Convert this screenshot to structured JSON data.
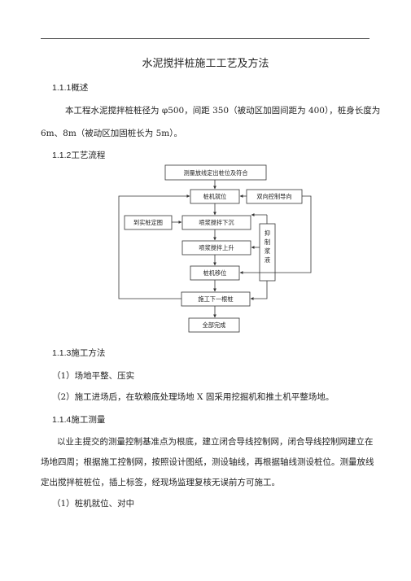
{
  "document": {
    "title": "水泥搅拌桩施工工艺及方法",
    "sections": {
      "s1_num": "1.1.1",
      "s1_title": "概述",
      "s1_line1": "本工程水泥搅拌桩桩径为 φ500，间距 350（被动区加固间距为 400），桩身长度为",
      "s1_line2": "6m、8m（被动区加固桩长为 5m）。",
      "s2_num": "1.1.2",
      "s2_title": "工艺流程",
      "s3_num": "1.1.3",
      "s3_title": "施工方法",
      "s3_item1": "（1）场地平整、压实",
      "s3_item2": "（2）施工进场后，在软粮底处理场地 X 固采用挖掘机和推土机平整场地。",
      "s4_num": "1.1.4",
      "s4_title": "施工测量",
      "s4_line1": "以业主提交的测量控制基准点为根底，建立闭合导线控制网，闭合导线控制网建立在",
      "s4_line2": "场地四周；根据施工控制网，按照设计图纸，测设轴线，再根据轴线测设桩位。测量放线",
      "s4_line3": "定出搅拌桩桩位，插上标签，经现场监理复核无误前方可施工。",
      "s4_item1": "（1）桩机就位、对中"
    }
  },
  "flowchart": {
    "box_survey": "测量放线定出桩位及符合",
    "box_position": "桩机就位",
    "box_bidirectional": "双向控制导向",
    "box_drawing": "到实桩定图",
    "box_spray_down": "喷浆搅拌下沉",
    "box_spray_up": "喷浆搅拌上升",
    "box_shift": "桩机移位",
    "box_next": "施工下一根桩",
    "box_done": "全部完成",
    "box_side": "抑制浆液"
  }
}
